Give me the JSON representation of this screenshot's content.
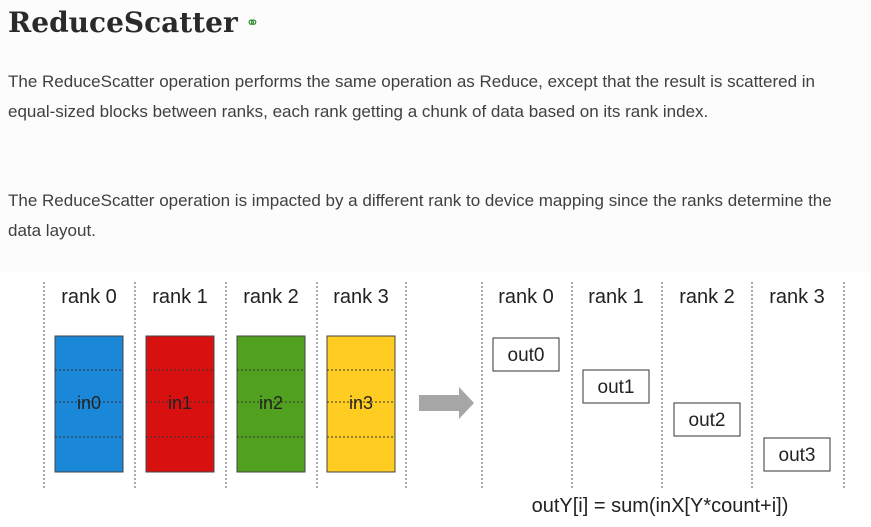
{
  "heading": {
    "title": "ReduceScatter",
    "link_icon": "link-icon"
  },
  "paragraphs": [
    "The ReduceScatter operation performs the same operation as Reduce, except that the result is scattered in equal-sized blocks between ranks, each rank getting a chunk of data based on its rank index.",
    "The ReduceScatter operation is impacted by a different rank to device mapping since the ranks determine the data layout."
  ],
  "diagram": {
    "input_ranks": [
      "rank 0",
      "rank 1",
      "rank 2",
      "rank 3"
    ],
    "inputs": [
      {
        "label": "in0",
        "color": "#1b87d8"
      },
      {
        "label": "in1",
        "color": "#d81010"
      },
      {
        "label": "in2",
        "color": "#52a020"
      },
      {
        "label": "in3",
        "color": "#ffcc22"
      }
    ],
    "output_ranks": [
      "rank 0",
      "rank 1",
      "rank 2",
      "rank 3"
    ],
    "outputs": [
      "out0",
      "out1",
      "out2",
      "out3"
    ],
    "arrow_color": "#a6a6a6",
    "formula": "outY[i] = sum(inX[Y*count+i])"
  }
}
